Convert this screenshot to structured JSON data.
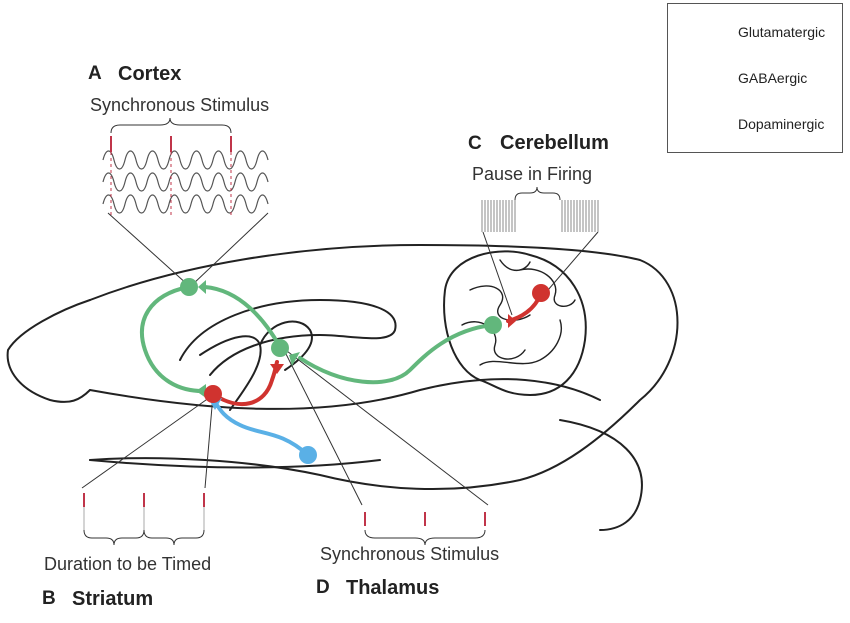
{
  "legend": {
    "items": [
      {
        "label": "Glutamatergic",
        "color": "#62b77c"
      },
      {
        "label": "GABAergic",
        "color": "#d0332f"
      },
      {
        "label": "Dopaminergic",
        "color": "#5ab0e6"
      }
    ]
  },
  "panels": {
    "cortex": {
      "letter": "A",
      "title": "Cortex",
      "caption": "Synchronous Stimulus"
    },
    "striatum": {
      "letter": "B",
      "title": "Striatum",
      "caption": "Duration to be Timed"
    },
    "cerebellum": {
      "letter": "C",
      "title": "Cerebellum",
      "caption": "Pause in Firing"
    },
    "thalamus": {
      "letter": "D",
      "title": "Thalamus",
      "caption": "Synchronous Stimulus"
    }
  },
  "icons": {
    "brain": "sagittal-mouse-brain-outline",
    "neuron": "neuron-soma-icon",
    "spike": "spike-tick-icon"
  }
}
